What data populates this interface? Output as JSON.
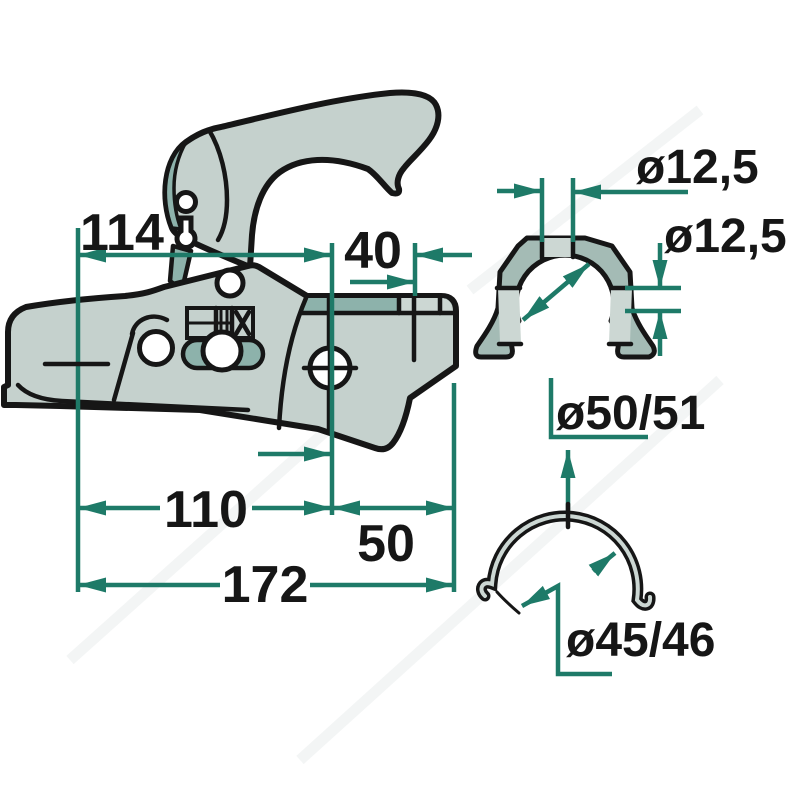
{
  "drawing": {
    "type": "technical-drawing-trailer-coupling",
    "dimensions": {
      "d114": "114",
      "d40": "40",
      "d110": "110",
      "d50": "50",
      "d172": "172"
    },
    "diameters": {
      "hole_top": "ø12,5",
      "band_thickness": "ø12,5",
      "clamp_large": "ø50/51",
      "clamp_small": "ø45/46"
    },
    "colors": {
      "background": "#ffffff",
      "outline": "#161616",
      "body_fill": "#c5d1cd",
      "accent_fill": "#8db2ab",
      "segment_light": "#ccd7d3",
      "segment_dark": "#a4bbb5",
      "dimension": "#1e7a68"
    }
  }
}
